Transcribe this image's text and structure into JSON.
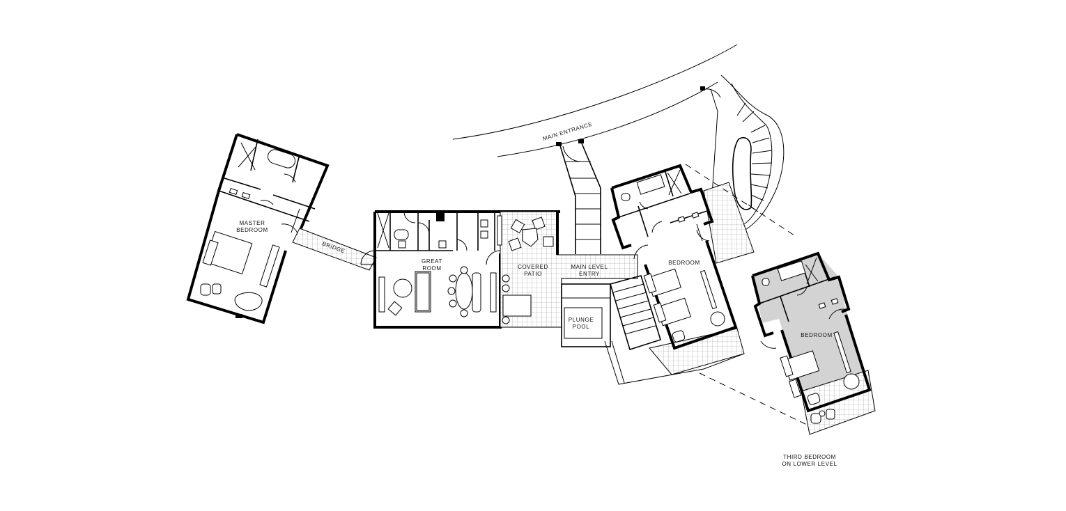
{
  "labels": {
    "main_entrance": "MAIN ENTRANCE",
    "master_bedroom_1": "MASTER",
    "master_bedroom_2": "BEDROOM",
    "bridge": "BRIDGE",
    "great_room_1": "GREAT",
    "great_room_2": "ROOM",
    "covered_patio_1": "COVERED",
    "covered_patio_2": "PATIO",
    "main_level_entry_1": "MAIN LEVEL",
    "main_level_entry_2": "ENTRY",
    "plunge_pool_1": "PLUNGE",
    "plunge_pool_2": "POOL",
    "bedroom_main": "BEDROOM",
    "bedroom_lower": "BEDROOM",
    "third_bedroom_1": "THIRD BEDROOM",
    "third_bedroom_2": "ON LOWER LEVEL"
  },
  "colors": {
    "walls": "#000000",
    "background": "#ffffff",
    "lower_level_fill": "#d3d3d3"
  }
}
